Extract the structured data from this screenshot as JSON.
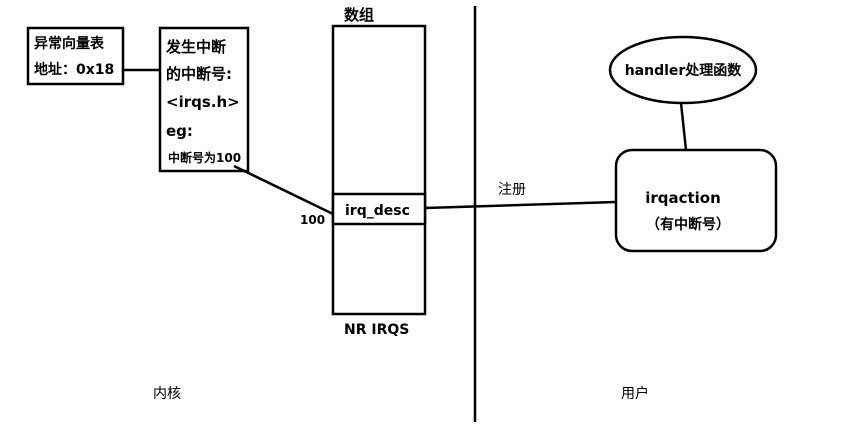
{
  "vector_table": {
    "line1": "异常向量表",
    "line2": "地址：0x18"
  },
  "interrupt_note": {
    "line1": "发生中断",
    "line2": "的中断号:",
    "line3": "<irqs.h>",
    "line4": "eg:",
    "line5": "中断号为100"
  },
  "array": {
    "title": "数组",
    "slot_label": "irq_desc",
    "index_label": "100",
    "bottom_label": "NR IRQS"
  },
  "register_label": "注册",
  "handler_node": {
    "label": "handler处理函数"
  },
  "irqaction_node": {
    "line1": "irqaction",
    "line2": "（有中断号）"
  },
  "regions": {
    "kernel": "内核",
    "user": "用户"
  }
}
